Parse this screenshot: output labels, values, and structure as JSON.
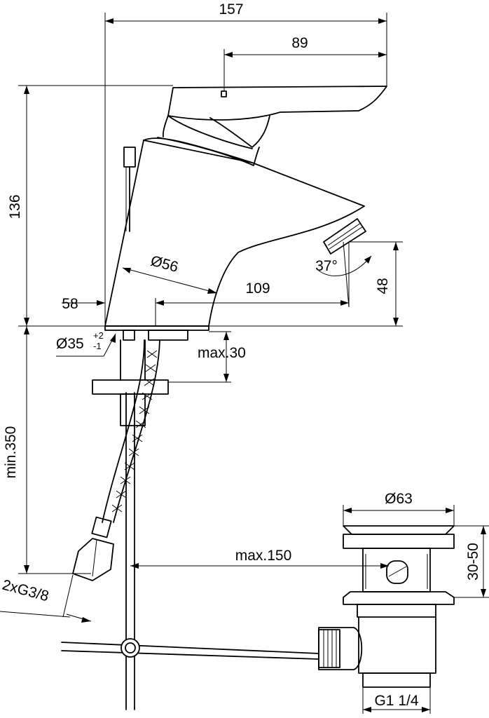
{
  "dimensions": {
    "overall_width": "157",
    "spout_reach": "89",
    "height": "136",
    "base_offset": "58",
    "body_diameter": "Ø56",
    "spout_projection": "109",
    "spray_angle": "37°",
    "outlet_height": "48",
    "hole_diameter": "Ø35",
    "hole_tol_plus": "+2",
    "hole_tol_minus": "-1",
    "deck_thickness": "max.30",
    "hose_length": "min.350",
    "connection": "2xG3/8",
    "waste_diameter": "Ø63",
    "waste_range": "30-50",
    "rod_length": "max.150",
    "waste_thread": "G1 1/4"
  },
  "colors": {
    "line": "#000000",
    "background": "#ffffff"
  }
}
